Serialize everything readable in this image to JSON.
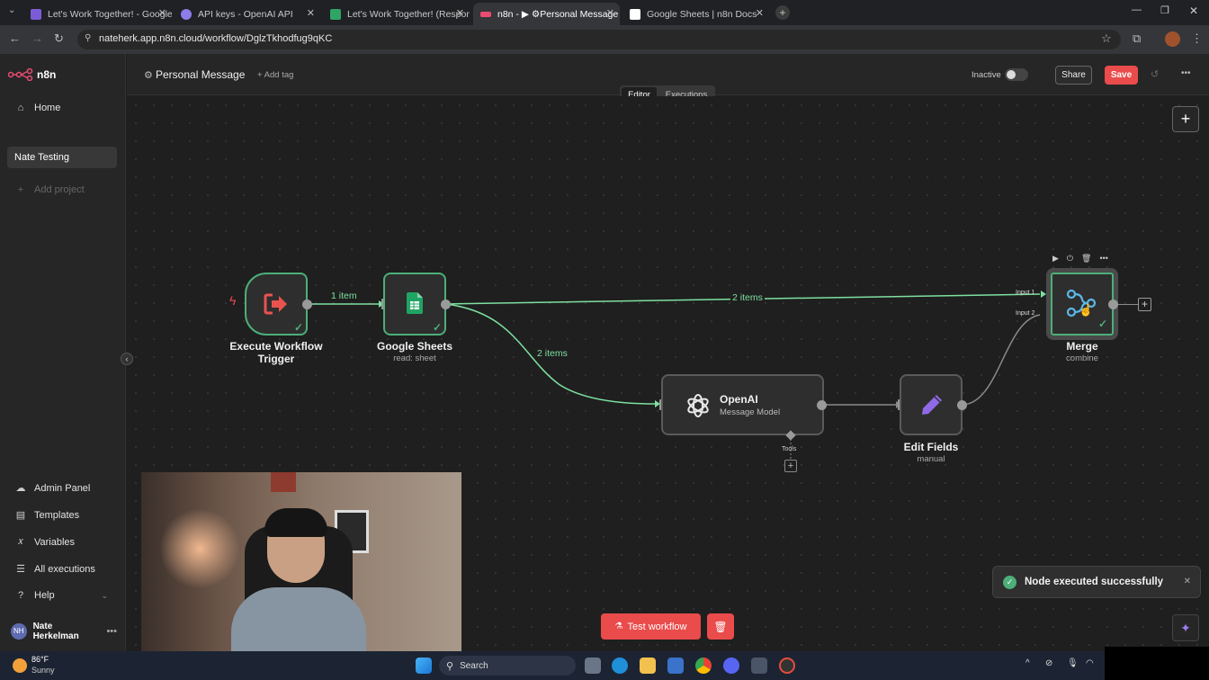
{
  "browser": {
    "tabs": [
      {
        "title": "Let's Work Together! - Google F",
        "color": "#7b5cd6"
      },
      {
        "title": "API keys - OpenAI API",
        "color": "#8e7ce8"
      },
      {
        "title": "Let's Work Together! (Response",
        "color": "#2fa464"
      },
      {
        "title": "n8n - ▶ ⚙Personal Message",
        "color": "#ea4b71"
      },
      {
        "title": "Google Sheets | n8n Docs",
        "color": "#ffffff"
      }
    ],
    "url": "nateherk.app.n8n.cloud/workflow/DglzTkhodfug9qKC"
  },
  "sidebar": {
    "logo": "n8n",
    "home": "Home",
    "project": "Nate Testing",
    "add_project": "Add project",
    "bottom_items": [
      {
        "label": "Admin Panel",
        "icon": "cloud-icon"
      },
      {
        "label": "Templates",
        "icon": "templates-icon"
      },
      {
        "label": "Variables",
        "icon": "variables-icon"
      },
      {
        "label": "All executions",
        "icon": "list-icon"
      },
      {
        "label": "Help",
        "icon": "help-icon"
      }
    ],
    "user": {
      "initials": "NH",
      "name": "Nate Herkelman"
    }
  },
  "header": {
    "workflow_name": "Personal Message",
    "add_tag": "+ Add tag",
    "status": "Inactive",
    "share": "Share",
    "save": "Save",
    "tabs": [
      "Editor",
      "Executions"
    ]
  },
  "workflow": {
    "nodes": {
      "trigger": {
        "label1": "Execute Workflow",
        "label2": "Trigger"
      },
      "sheets": {
        "label": "Google Sheets",
        "sub": "read: sheet"
      },
      "openai": {
        "label": "OpenAI",
        "sub": "Message Model",
        "tools": "Tools"
      },
      "edit": {
        "label": "Edit Fields",
        "sub": "manual"
      },
      "merge": {
        "label": "Merge",
        "sub": "combine",
        "input1": "Input 1",
        "input2": "Input 2"
      }
    },
    "edges": {
      "trigger_to_sheets": "1 item",
      "sheets_to_merge": "2 items",
      "sheets_to_openai": "2 items"
    }
  },
  "toast": {
    "message": "Node executed successfully"
  },
  "footer": {
    "test_workflow": "Test workflow"
  },
  "taskbar": {
    "temp": "86°F",
    "weather": "Sunny",
    "search": "Search"
  },
  "colors": {
    "accent": "#ea4b4b",
    "success": "#4caf78"
  }
}
